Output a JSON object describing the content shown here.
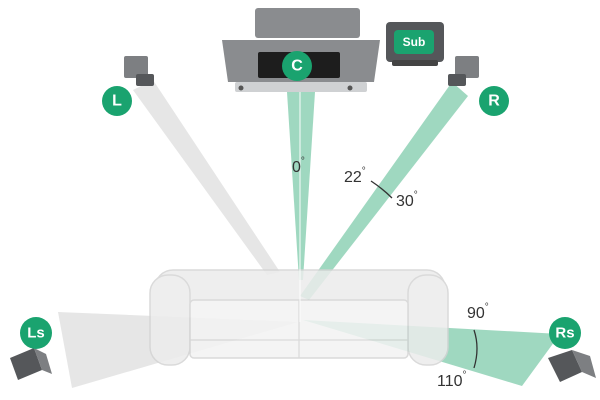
{
  "colors": {
    "accent": "#1aa36f",
    "beam_green": "#8ed1b5",
    "beam_grey": "#e6e6e6",
    "tv": "#8a8c8f",
    "sofa": "#ececec",
    "speaker": "#7d7f82"
  },
  "speakers": {
    "center": "C",
    "sub": "Sub",
    "left": "L",
    "right": "R",
    "left_surround": "Ls",
    "right_surround": "Rs"
  },
  "angles": {
    "center": "0",
    "front_min": "22",
    "front_max": "30",
    "surround_min": "90",
    "surround_max": "110",
    "degree_symbol": "°"
  },
  "icons": {
    "tv": "tv-icon",
    "speaker": "speaker-icon",
    "sofa": "sofa-icon"
  }
}
